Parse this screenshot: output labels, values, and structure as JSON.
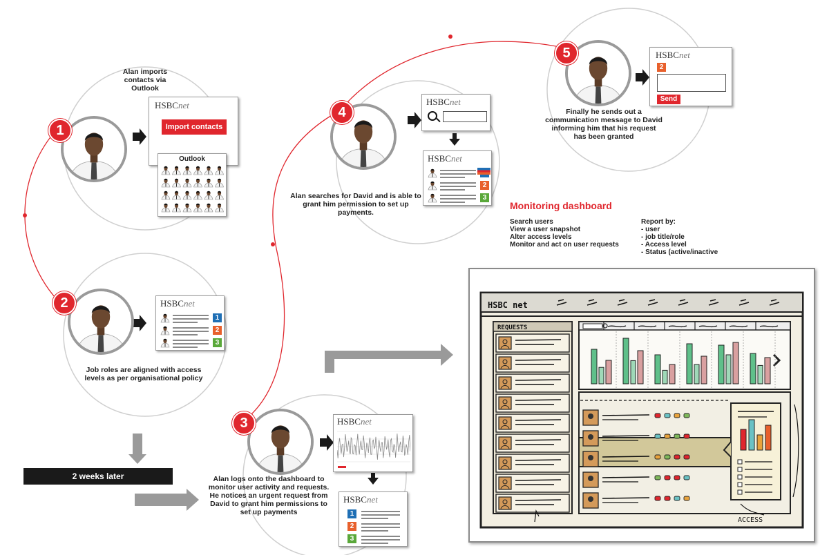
{
  "steps": [
    {
      "number": "1",
      "caption": "Alan imports contacts via Outlook"
    },
    {
      "number": "2",
      "caption": "Job roles are aligned with access levels as per organisational policy"
    },
    {
      "number": "3",
      "caption": "Alan logs onto the dashboard to monitor user activity and requests. He notices an urgent request from David to grant him permissions to set up payments"
    },
    {
      "number": "4",
      "caption": "Alan searches for David and is able to grant him permission to set up payments."
    },
    {
      "number": "5",
      "caption": "Finally he sends out a communication message to David informing him that his request has been granted"
    }
  ],
  "brand": {
    "prefix": "HSBC",
    "suffix": "net"
  },
  "step1": {
    "import_button": "Import contacts",
    "outlook_label": "Outlook"
  },
  "ranks": [
    "1",
    "2",
    "3"
  ],
  "step5": {
    "badge": "2",
    "send_button": "Send"
  },
  "timeline_bar": "2 weeks later",
  "monitoring": {
    "title": "Monitoring dashboard",
    "actions": [
      "Search users",
      "View a user snapshot",
      "Alter access levels",
      "Monitor and act on user requests"
    ],
    "report_title": "Report by:",
    "report_items": [
      "- user",
      "- job title/role",
      "- Access level",
      "- Status (active/inactive"
    ]
  },
  "sketch": {
    "logo": "HSBC net",
    "requests_label": "REQUESTS",
    "access_label": "ACCESS"
  },
  "colors": {
    "accent_red": "#e0262d",
    "rank1": "#1f6fb5",
    "rank2": "#e8602c",
    "rank3": "#5aa83a",
    "bar_green": "#5fc08a",
    "bar_pink": "#d9a0a0"
  }
}
